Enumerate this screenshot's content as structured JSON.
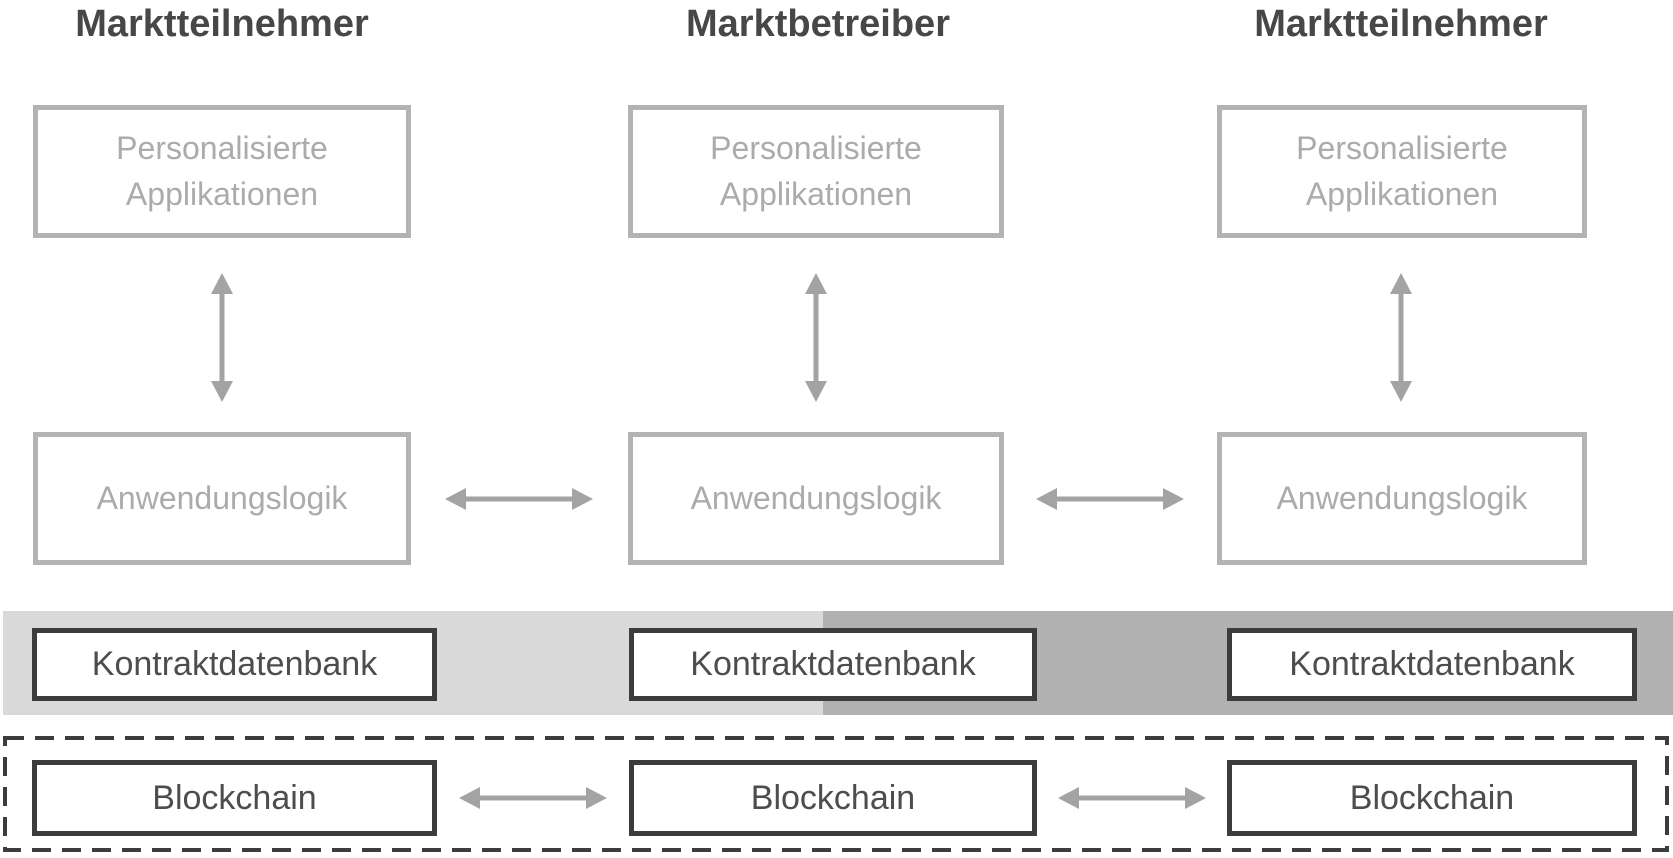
{
  "columns": [
    {
      "title": "Marktteilnehmer",
      "boxes": {
        "applications": "Personalisierte Applikationen",
        "logic": "Anwendungslogik",
        "contract_db": "Kontraktdatenbank",
        "blockchain": "Blockchain"
      }
    },
    {
      "title": "Marktbetreiber",
      "boxes": {
        "applications": "Personalisierte Applikationen",
        "logic": "Anwendungslogik",
        "contract_db": "Kontraktdatenbank",
        "blockchain": "Blockchain"
      }
    },
    {
      "title": "Marktteilnehmer",
      "boxes": {
        "applications": "Personalisierte Applikationen",
        "logic": "Anwendungslogik",
        "contract_db": "Kontraktdatenbank",
        "blockchain": "Blockchain"
      }
    }
  ],
  "colors": {
    "title-text": "#474747",
    "light-border": "#b3b3b3",
    "light-text": "#ababab",
    "arrow": "#a3a3a3",
    "band-light": "#d9d9d9",
    "band-dark": "#b1b1b1",
    "dark-border": "#3c3c3c",
    "dark-text": "#4d4d4d",
    "dash": "#3c3c3c",
    "background": "#ffffff"
  }
}
